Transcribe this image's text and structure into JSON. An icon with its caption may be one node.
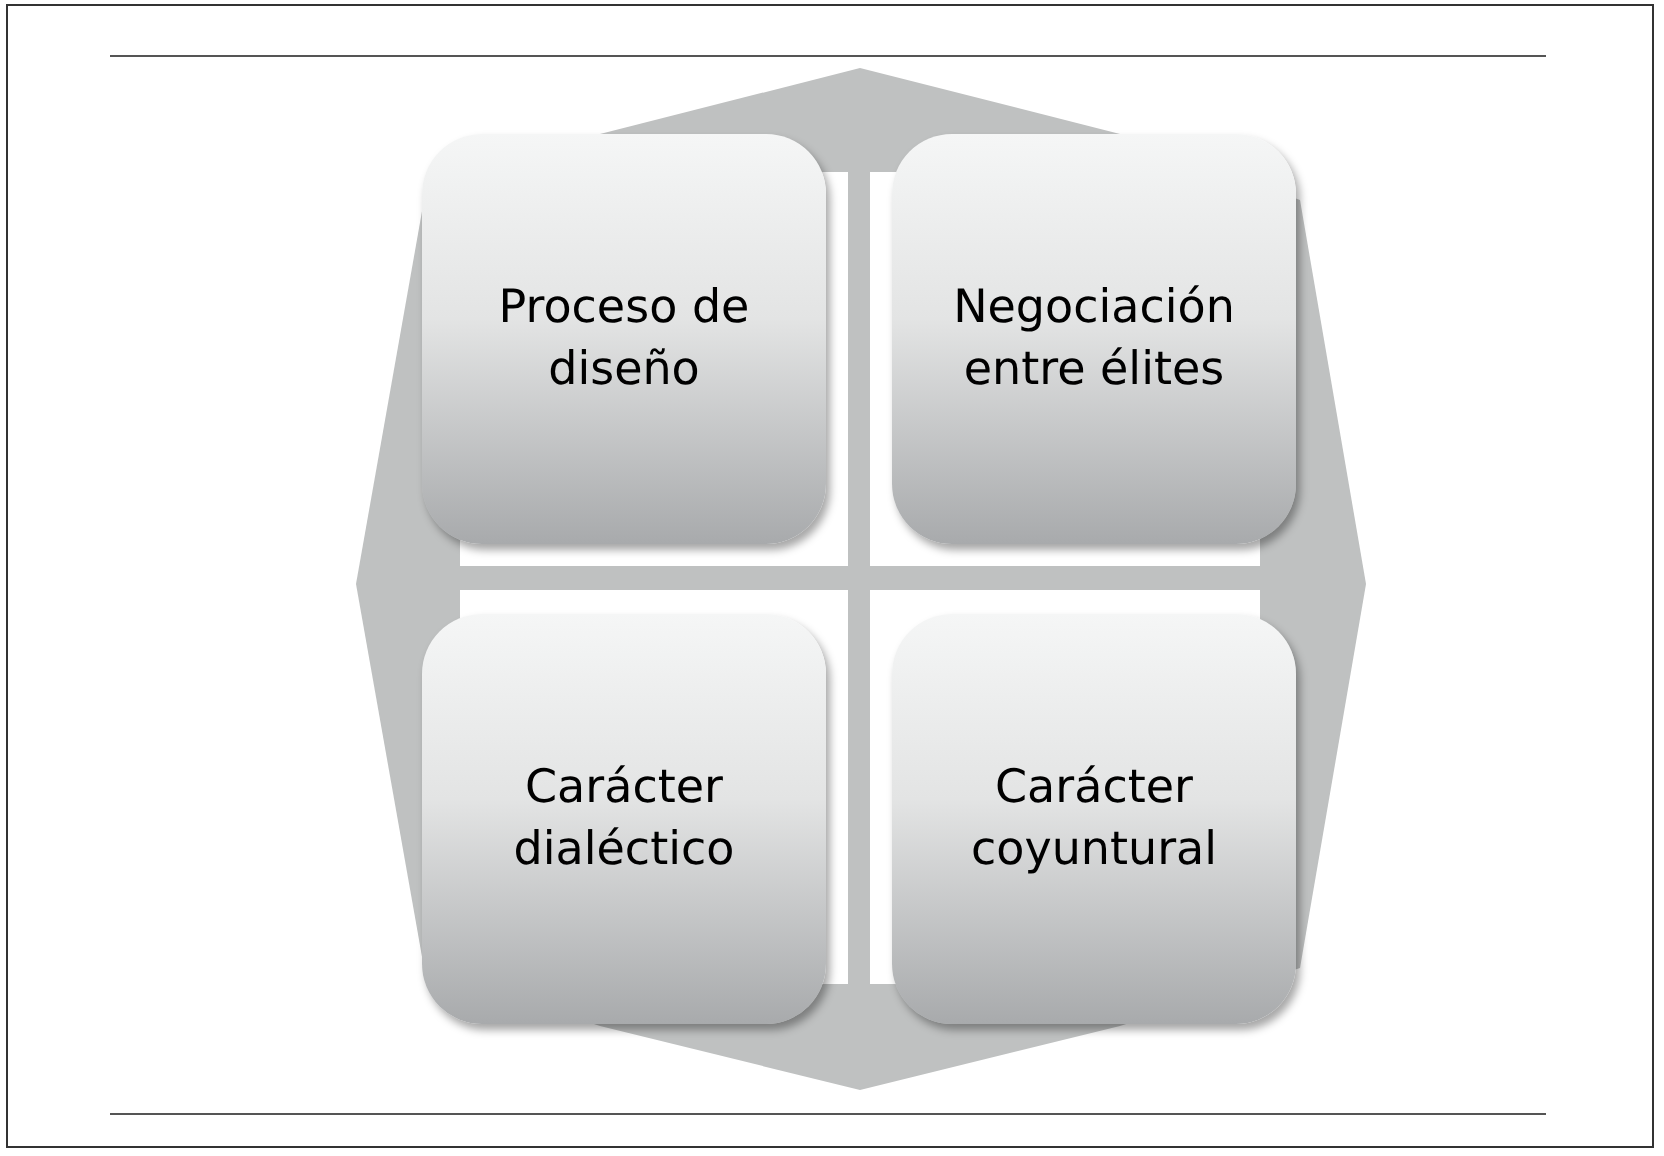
{
  "diagram": {
    "nodes": [
      {
        "text": [
          "Proceso de diseño"
        ]
      },
      {
        "text": [
          "Negociación entre élites"
        ]
      },
      {
        "text": [
          "Carácter dialéctico"
        ]
      },
      {
        "text": [
          "Carácter coyuntural"
        ]
      }
    ]
  }
}
